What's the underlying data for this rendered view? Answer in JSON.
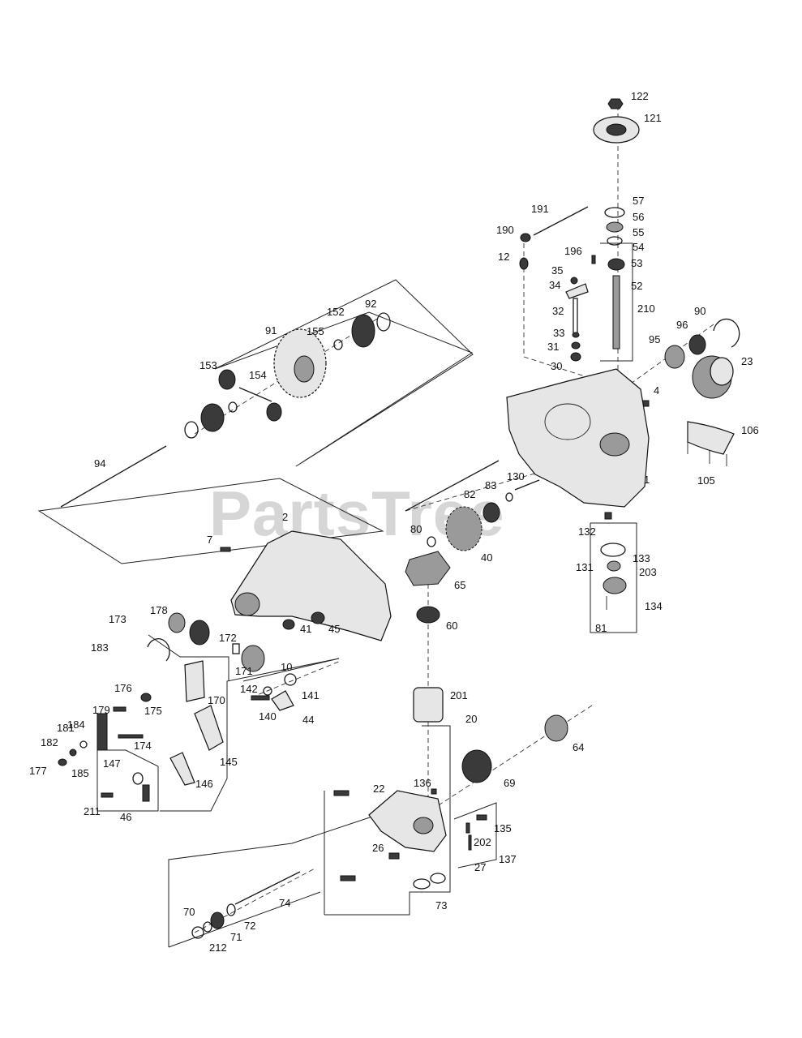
{
  "watermark": "PartsTree",
  "part_numbers": [
    "122",
    "121",
    "191",
    "57",
    "56",
    "55",
    "54",
    "53",
    "52",
    "210",
    "190",
    "12",
    "196",
    "35",
    "34",
    "32",
    "33",
    "31",
    "30",
    "90",
    "96",
    "95",
    "23",
    "4",
    "106",
    "105",
    "1",
    "92",
    "152",
    "91",
    "155",
    "153",
    "154",
    "94",
    "2",
    "7",
    "80",
    "82",
    "83",
    "130",
    "132",
    "131",
    "133",
    "203",
    "134",
    "81",
    "40",
    "65",
    "60",
    "64",
    "69",
    "201",
    "20",
    "22",
    "136",
    "135",
    "202",
    "137",
    "27",
    "26",
    "73",
    "74",
    "72",
    "71",
    "70",
    "212",
    "173",
    "178",
    "183",
    "176",
    "179",
    "184",
    "181",
    "182",
    "185",
    "177",
    "175",
    "174",
    "170",
    "172",
    "171",
    "10",
    "41",
    "45",
    "142",
    "140",
    "141",
    "44",
    "145",
    "146",
    "147",
    "46",
    "211"
  ]
}
